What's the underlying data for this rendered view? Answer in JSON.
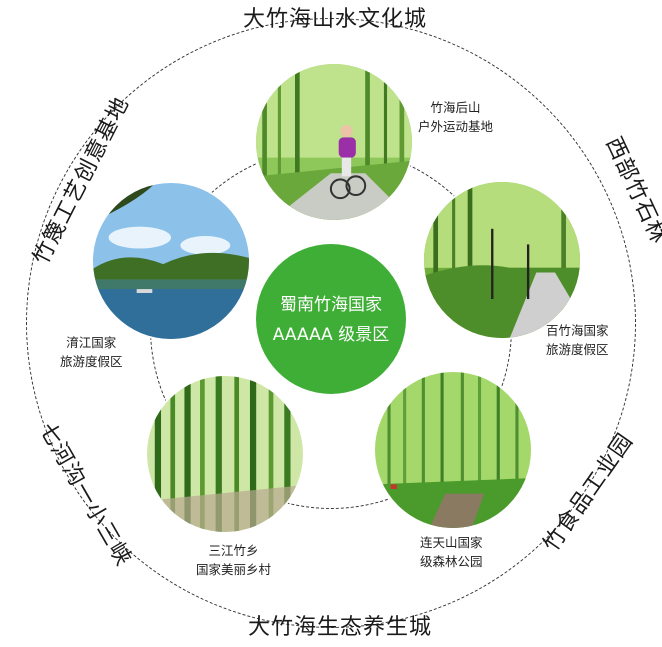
{
  "outer_labels": {
    "top": "大竹海山水文化城",
    "bottom": "大竹海生态养生城",
    "right_top": "西部竹石林",
    "right_bottom": "竹食品工业园",
    "left_top": "竹篾工艺创意基地",
    "left_bottom": "七河沟一小三峡"
  },
  "center": {
    "line1": "蜀南竹海国家",
    "line2": "AAAAA 级景区"
  },
  "nodes": [
    {
      "line1": "竹海后山",
      "line2": "户外运动基地",
      "photo": "cyclist-bamboo-path"
    },
    {
      "line1": "百竹海国家",
      "line2": "旅游度假区",
      "photo": "bamboo-road"
    },
    {
      "line1": "连天山国家",
      "line2": "级森林公园",
      "photo": "bamboo-grove-steps"
    },
    {
      "line1": "三江竹乡",
      "line2": "国家美丽乡村",
      "photo": "bamboo-forest"
    },
    {
      "line1": "淯江国家",
      "line2": "旅游度假区",
      "photo": "lake-boat"
    }
  ],
  "colors": {
    "center_green": "#3fae37",
    "ring": "#333333"
  }
}
